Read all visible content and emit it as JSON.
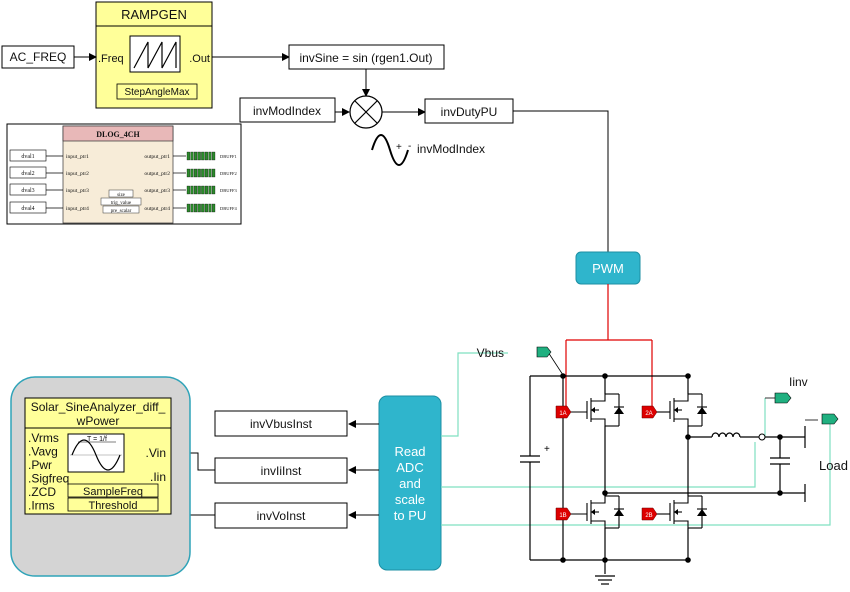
{
  "rampgen": {
    "title": "RAMPGEN",
    "in_port": ".Freq",
    "out_port": ".Out",
    "param": "StepAngleMax"
  },
  "signals": {
    "ac_freq": "AC_FREQ",
    "inv_sine": "invSine = sin (rgen1.Out)",
    "inv_mod_index": "invModIndex",
    "inv_duty_pu": "invDutyPU",
    "mod_index_label": "invModIndex",
    "mod_plus": "+",
    "mod_minus": "-",
    "vbus": "Vbus",
    "iinv": "Iinv",
    "load": "Load",
    "inv_vbus_inst": "invVbusInst",
    "inv_ii_inst": "invIiInst",
    "inv_vo_inst": "invVoInst"
  },
  "dlog": {
    "title": "DLOG_4CH",
    "dvals": [
      "dval1",
      "dval2",
      "dval3",
      "dval4"
    ],
    "inputs": [
      "input_ptr1",
      "input_ptr2",
      "input_ptr3",
      "input_ptr4"
    ],
    "outputs": [
      "output_ptr1",
      "output_ptr2",
      "output_ptr3",
      "output_ptr4"
    ],
    "buffers": [
      "DBUFF1",
      "DBUFF2",
      "DBUFF3",
      "DBUFF4"
    ],
    "params": [
      "size",
      "trig_value",
      "pre_scalar"
    ]
  },
  "pwm": {
    "label": "PWM"
  },
  "adc": {
    "lines": [
      "Read",
      "ADC",
      "and",
      "scale",
      "to PU"
    ]
  },
  "analyzer": {
    "title_line1": "Solar_SineAnalyzer_diff_",
    "title_line2": "wPower",
    "outputs": [
      ".Vrms",
      ".Vavg",
      ".Pwr",
      ".Sigfreq",
      ".ZCD",
      ".Irms"
    ],
    "inputs": [
      ".Vin",
      ".Iin"
    ],
    "params": [
      "SampleFreq",
      "Threshold"
    ],
    "wave_label": "T = 1/f"
  },
  "switches": [
    "1A",
    "2A",
    "1B",
    "2B"
  ],
  "colors": {
    "yellow_block": "#ffff99",
    "teal": "#2fb5cc",
    "red_wire": "#e00000",
    "green_wire": "#7fe0c0",
    "switch_tag": "#dd0000",
    "probe_green": "#20b080"
  }
}
